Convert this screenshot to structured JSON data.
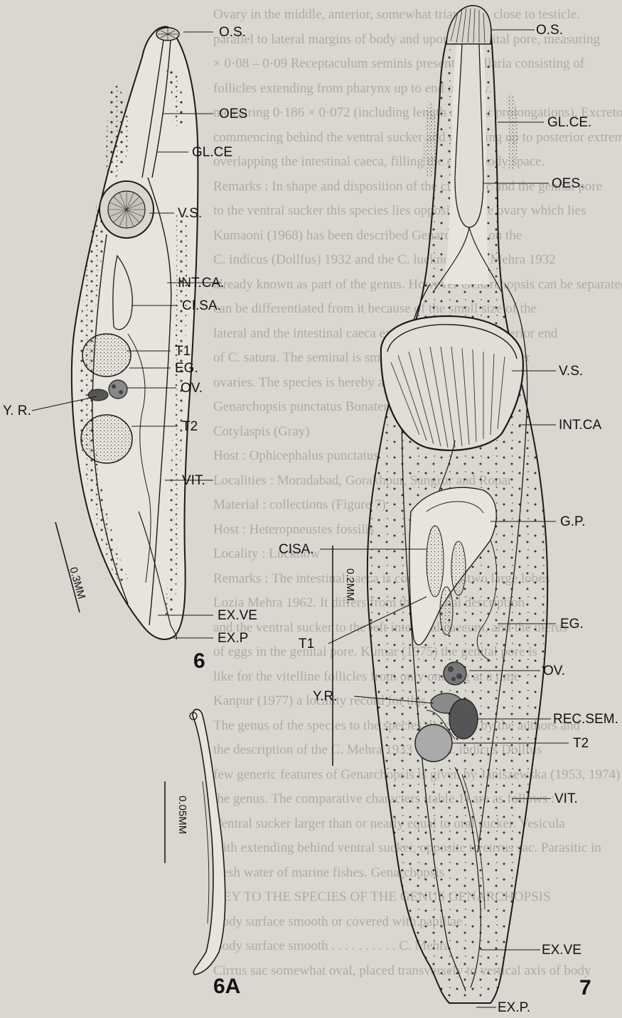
{
  "background_text": [
    "Ovary in the middle, anterior, somewhat triangular, close to testicle.",
    "parallel to lateral margins of body and upon the genital pore, measuring",
    "× 0·08 – 0·09 Receptaculum seminis present. Vitellaria consisting of",
    "follicles extending from pharynx up to end of body.",
    "measuring 0·186 × 0·072 (including length of polar prolongations). Excretory",
    "commencing behind the ventral sucker and extending up to posterior extremity.",
    "overlapping the intestinal caeca, filling the entire body space.",
    "Remarks : In shape and disposition of the cirrus sac and the genital pore",
    "to the ventral sucker this species lies opposite to the ovary which lies",
    "Kumaoni (1968) has been described Genarchopsis on the",
    "C. indicus (Dollfus) 1932 and the C. lucknowensis Mehra 1932",
    "already known as part of the genus. However Genarchopsis can be separated",
    "can be differentiated from it because of the small size of the",
    "lateral and the intestinal caeca extending up to the posterior end",
    "of C. satura. The seminal is smaller than the ventral sucker",
    "ovaries. The species is hereby assigned to the genus",
    "Genarchopsis punctatus Bonaterra",
    "Cotylaspis (Gray)",
    "Host : Ophicephalus punctatus",
    "Localities : Moradabad, Gorakhpur, Sangrur and Ropar",
    "Material : collections (Figure 7)",
    "Host : Heteropneustes fossilis",
    "Locality : Lucknow",
    "Remarks : The intestinal caeca is composed of two large lobes",
    "Lozia Mehra 1962. It differs from the original description",
    "and the ventral sucker to the left intestinal caecum, and the uterus",
    "of eggs in the genital pore. Kumar (1975) the genital pore is",
    "like for the vitelline follicles from only one egg at a time",
    "Kanpur (1977) a locality record for this species.",
    "The genus of the species to the species described by the authors and",
    "the description of the C. Mehra 1933 with C. indicus Dollfus",
    "few generic features of Genarchopsis is given by Janiszewska (1953, 1974)",
    "the genus. The comparative characters (table 1) are as follows :",
    "Ventral sucker larger than or nearly equal to oral sucker. Vesicula",
    "with extending behind ventral sucker, opposite to cirrus sac. Parasitic in",
    "fresh water of marine fishes. Genarchopsis",
    "KEY TO THE SPECIES OF THE GENUS GENARCHOPSIS",
    "Body surface smooth or covered with papillae",
    "Body surface smooth  . . . . . . . . . . C. Mehra",
    "Cirrus sac somewhat oval, placed transversely to vertical axis of body"
  ],
  "figure_6": {
    "labels": [
      "O.S.",
      "OES",
      "GL.CE",
      "V.S.",
      "INT.CA.",
      "CI.SA.",
      "T1",
      "EG.",
      "OV.",
      "Y. R.",
      "T2",
      "VIT.",
      "EX.VE",
      "EX.P"
    ],
    "scale_label": "0.3MM",
    "figure_number": "6"
  },
  "figure_6a": {
    "scale_label": "0.05MM",
    "figure_number": "6A"
  },
  "figure_7": {
    "labels": [
      "O.S.",
      "GL.CE.",
      "OES.",
      "V.S.",
      "INT.CA",
      "G.P.",
      "CISA.",
      "EG.",
      "T1",
      "OV.",
      "Y.R.",
      "REC.SEM.",
      "T2",
      "VIT.",
      "EX.VE",
      "EX.P."
    ],
    "scale_label": "0.2MM.",
    "figure_number": "7"
  },
  "colors": {
    "paper": "#d9d7d0",
    "ink": "#121212",
    "text_ghost": "#3a3a38"
  }
}
